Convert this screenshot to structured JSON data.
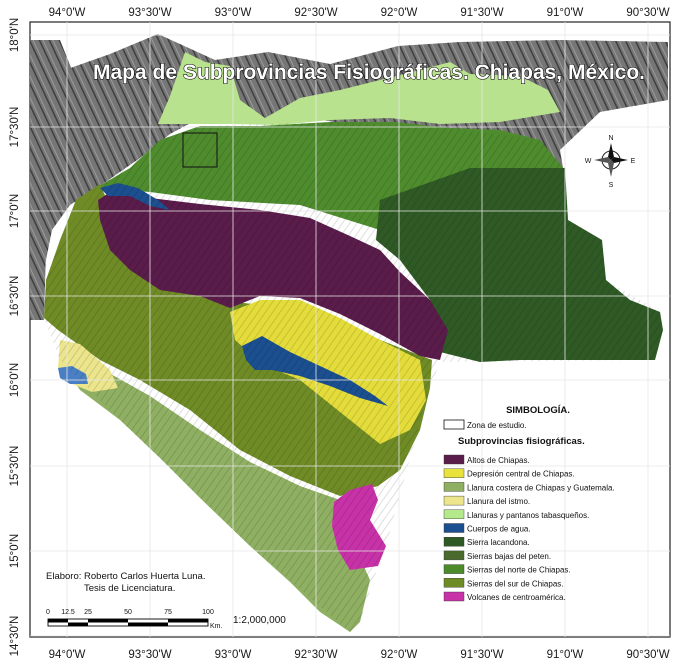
{
  "title": "Mapa de Subprovincias Fisiográficas. Chiapas, México.",
  "lon_labels": [
    "94°0'W",
    "93°30'W",
    "93°0'W",
    "92°30'W",
    "92°0'W",
    "91°30'W",
    "91°0'W",
    "90°30'W"
  ],
  "lat_labels": [
    "18°0'N",
    "17°30'N",
    "17°0'N",
    "16°30'N",
    "16°0'N",
    "15°30'N",
    "15°0'N",
    "14°30'N"
  ],
  "legend": {
    "heading": "SIMBOLOGÍA.",
    "study_zone": "Zona de estudio.",
    "subtitle": "Subprovincias fisiográficas.",
    "items": [
      {
        "label": "Altos de Chiapas.",
        "color": "#5a1c4a"
      },
      {
        "label": "Depresión central de Chiapas.",
        "color": "#e8e23c"
      },
      {
        "label": "Llanura costera de Chiapas y Guatemala.",
        "color": "#8fb062"
      },
      {
        "label": "Llanura del istmo.",
        "color": "#ece58c"
      },
      {
        "label": "Llanuras y pantanos tabasqueños.",
        "color": "#b4ea8c"
      },
      {
        "label": "Cuerpos de agua.",
        "color": "#1b4f8f"
      },
      {
        "label": "Sierra lacandona.",
        "color": "#2f5a25"
      },
      {
        "label": "Sierras bajas del peten.",
        "color": "#4b6b2e"
      },
      {
        "label": "Sierras del norte de Chiapas.",
        "color": "#4c8a2c"
      },
      {
        "label": "Sierras del sur de Chiapas.",
        "color": "#6f8b26"
      },
      {
        "label": "Volcanes de centroamérica.",
        "color": "#c832a8"
      }
    ]
  },
  "credits": {
    "author": "Elaboro: Roberto Carlos Huerta Luna.",
    "thesis": "Tesis de Licenciatura."
  },
  "scale_bar": {
    "ticks": [
      "0",
      "12.5",
      "25",
      "50",
      "75",
      "100"
    ],
    "unit": "Km.",
    "ratio": "1:2,000,000"
  },
  "compass": {
    "north": "N",
    "south": "S",
    "east": "E",
    "west": "W"
  },
  "colors": {
    "relief_gray": "#6f6f6f",
    "sea": "#ffffff",
    "background": "#ffffff"
  }
}
